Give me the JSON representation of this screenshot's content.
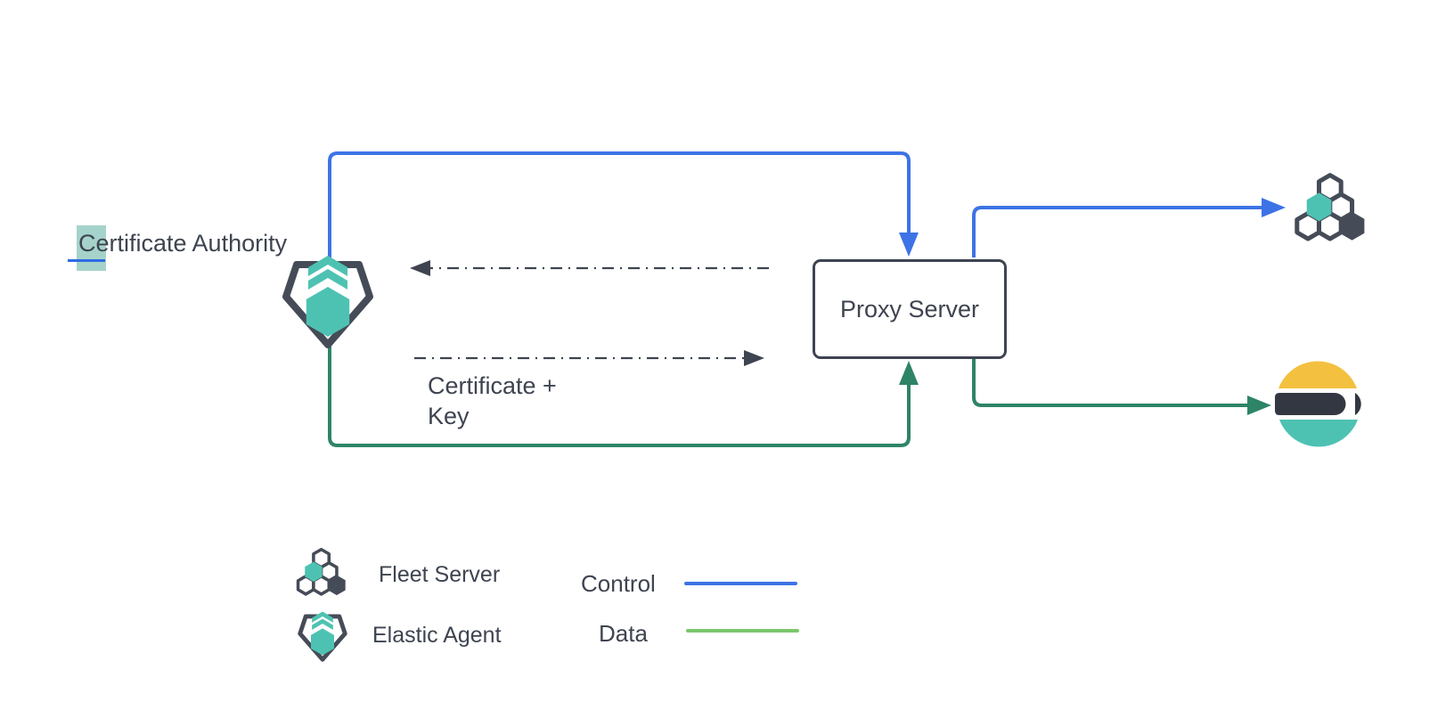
{
  "diagram": {
    "certificate_authority": {
      "label": "Certificate Authority",
      "selected_char": "C",
      "rest": "ertificate Authority"
    },
    "proxy_server_label": "Proxy Server",
    "certificate_key_label": {
      "line1": "Certificate +",
      "line2": "Key"
    },
    "nodes": [
      "Certificate Authority",
      "Elastic Agent",
      "Proxy Server",
      "Fleet Server",
      "Elasticsearch"
    ],
    "connections": [
      {
        "name": "control-agent-to-proxy",
        "type": "control",
        "from": "Elastic Agent",
        "to": "Proxy Server",
        "style": "solid-blue-arrow"
      },
      {
        "name": "control-proxy-to-fleet",
        "type": "control",
        "from": "Proxy Server",
        "to": "Fleet Server",
        "style": "solid-blue-arrow"
      },
      {
        "name": "data-agent-to-proxy",
        "type": "data",
        "from": "Elastic Agent",
        "to": "Proxy Server",
        "style": "solid-green-arrow"
      },
      {
        "name": "data-proxy-to-elasticsearch",
        "type": "data",
        "from": "Proxy Server",
        "to": "Elasticsearch",
        "style": "solid-green-arrow"
      },
      {
        "name": "dashed-left-arrow",
        "type": "exchange",
        "from": "Proxy Server side",
        "to": "Elastic Agent side",
        "style": "dash-dot-arrow"
      },
      {
        "name": "dashed-right-arrow",
        "type": "exchange",
        "label": "Certificate + Key",
        "from": "Elastic Agent side",
        "to": "Proxy Server side",
        "style": "dash-dot-arrow"
      }
    ]
  },
  "legend": {
    "items": [
      {
        "icon": "fleet-server-icon",
        "label": "Fleet Server"
      },
      {
        "icon": "elastic-agent-icon",
        "label": "Elastic Agent"
      }
    ],
    "lines": [
      {
        "label": "Control",
        "color": "#3d73e6"
      },
      {
        "label": "Data",
        "color": "#7cc66d"
      }
    ]
  },
  "icons": {
    "elastic_agent": "elastic-agent-icon",
    "fleet_server": "fleet-server-icon",
    "elasticsearch": "elasticsearch-logo-icon"
  },
  "colors": {
    "control_blue": "#3d73e6",
    "data_green_dark": "#2e8467",
    "legend_data_green": "#7cc66d",
    "brand_teal": "#4ec2b2",
    "dark_slate": "#454c57",
    "es_yellow": "#f3c13f",
    "es_dark": "#333741",
    "text": "#3e4450",
    "selection_highlight": "#a5d3cb",
    "caret_blue": "#2d6be4",
    "background": "#ffffff"
  }
}
